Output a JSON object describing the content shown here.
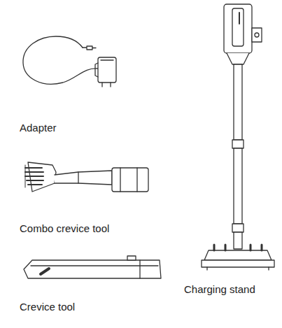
{
  "diagram": {
    "labels": [
      "Adapter",
      "Combo crevice tool",
      "Crevice tool",
      "Charging stand"
    ]
  }
}
